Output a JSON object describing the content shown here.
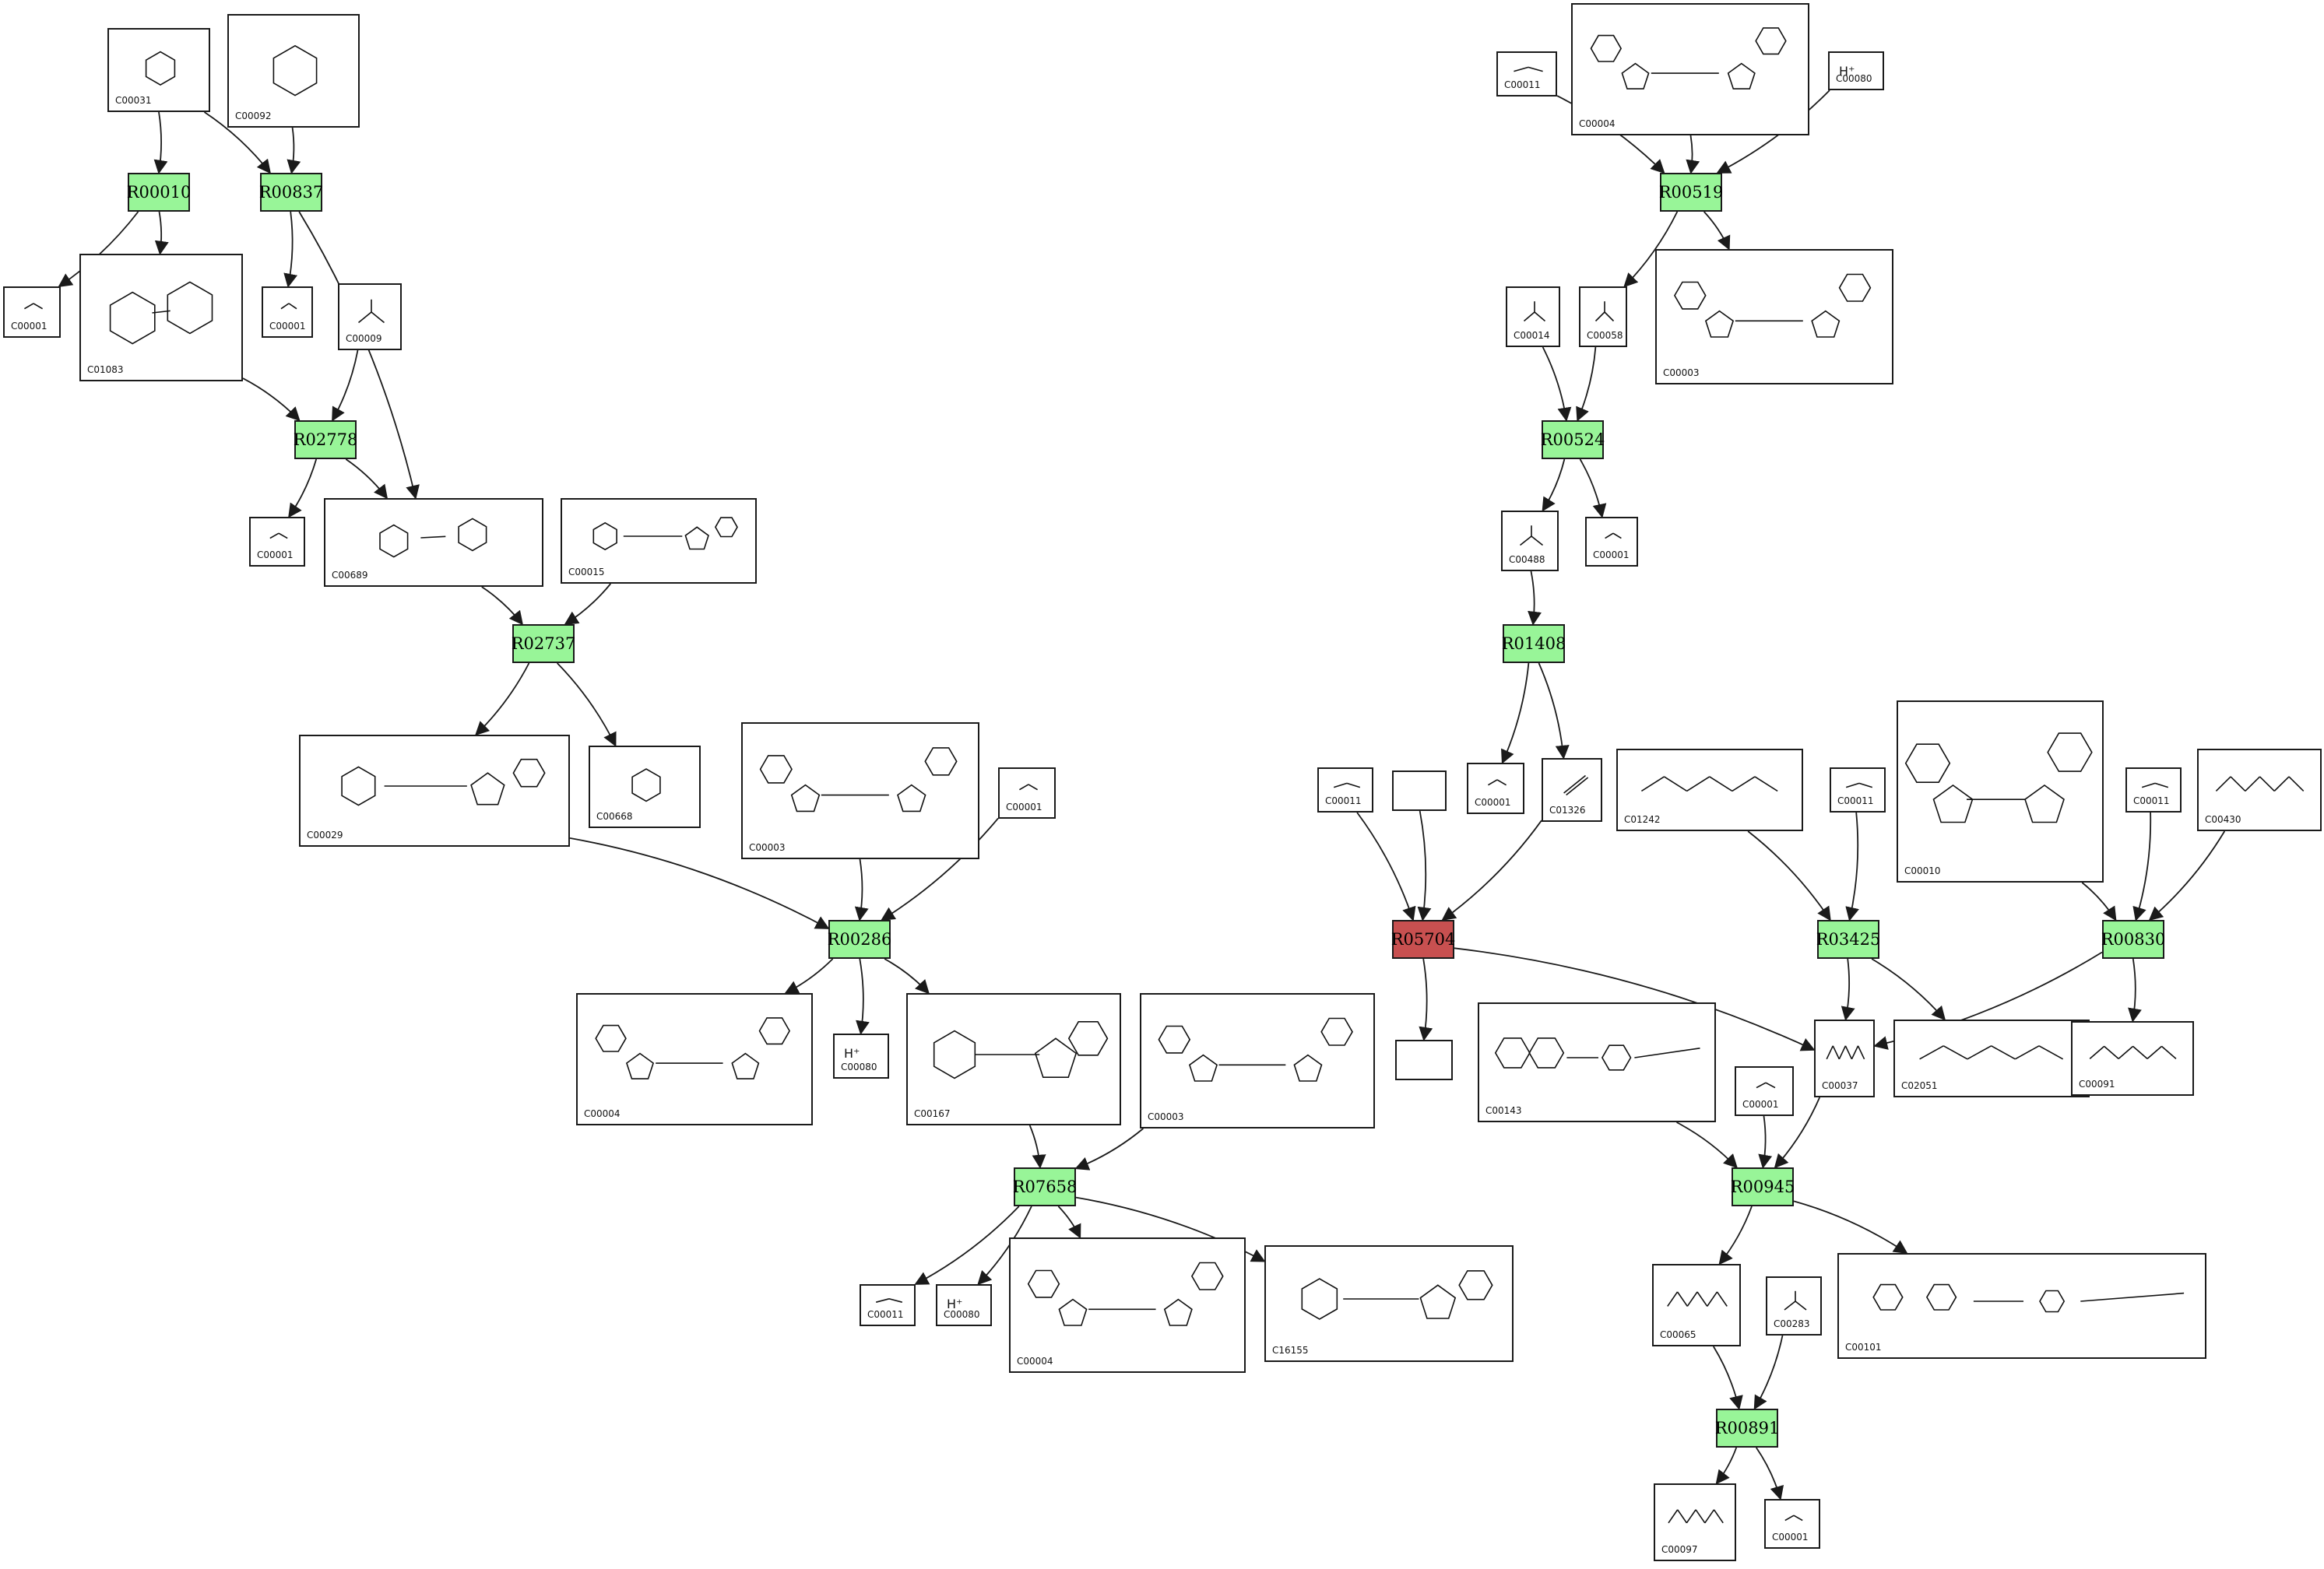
{
  "colors": {
    "reaction": "#98f598",
    "reaction_highlight": "#c85050",
    "edge": "#1a1a1a"
  },
  "reactions": [
    {
      "key": "R00010",
      "label": "R00010"
    },
    {
      "key": "R00837",
      "label": "R00837"
    },
    {
      "key": "R02778",
      "label": "R02778"
    },
    {
      "key": "R02737",
      "label": "R02737"
    },
    {
      "key": "R00286",
      "label": "R00286"
    },
    {
      "key": "R07658",
      "label": "R07658"
    },
    {
      "key": "R00519",
      "label": "R00519"
    },
    {
      "key": "R00524",
      "label": "R00524"
    },
    {
      "key": "R01408",
      "label": "R01408"
    },
    {
      "key": "R05704",
      "label": "R05704",
      "highlight": true
    },
    {
      "key": "R03425",
      "label": "R03425"
    },
    {
      "key": "R00830",
      "label": "R00830"
    },
    {
      "key": "R00945",
      "label": "R00945"
    },
    {
      "key": "R00891",
      "label": "R00891"
    }
  ],
  "compounds": [
    {
      "key": "c31",
      "id": "C00031",
      "kind": "sugar"
    },
    {
      "key": "c92",
      "id": "C00092",
      "kind": "sugarP"
    },
    {
      "key": "c1_a",
      "id": "C00001",
      "kind": "water"
    },
    {
      "key": "c1083",
      "id": "C01083",
      "kind": "disaccharide"
    },
    {
      "key": "c1_b",
      "id": "C00001",
      "kind": "water"
    },
    {
      "key": "c9",
      "id": "C00009",
      "kind": "phosphate"
    },
    {
      "key": "c1_c",
      "id": "C00001",
      "kind": "water"
    },
    {
      "key": "c689",
      "id": "C00689",
      "kind": "disaccharideP"
    },
    {
      "key": "c15",
      "id": "C00015",
      "kind": "nucleotide"
    },
    {
      "key": "c29",
      "id": "C00029",
      "kind": "udpsugar"
    },
    {
      "key": "c668",
      "id": "C00668",
      "kind": "sugarP"
    },
    {
      "key": "c3_a",
      "id": "C00003",
      "kind": "nad"
    },
    {
      "key": "c1_d",
      "id": "C00001",
      "kind": "water"
    },
    {
      "key": "c4_a",
      "id": "C00004",
      "kind": "nad"
    },
    {
      "key": "c80_a",
      "id": "C00080",
      "kind": "proton",
      "sym": "H⁺"
    },
    {
      "key": "c167",
      "id": "C00167",
      "kind": "udpsugar"
    },
    {
      "key": "c3_b",
      "id": "C00003",
      "kind": "nad"
    },
    {
      "key": "c11_a",
      "id": "C00011",
      "kind": "co2"
    },
    {
      "key": "c80_b",
      "id": "C00080",
      "kind": "proton",
      "sym": "H⁺"
    },
    {
      "key": "c4_b",
      "id": "C00004",
      "kind": "nad"
    },
    {
      "key": "c16155",
      "id": "C16155",
      "kind": "udpsugar"
    },
    {
      "key": "c11_b",
      "id": "C00011",
      "kind": "co2"
    },
    {
      "key": "c4_c",
      "id": "C00004",
      "kind": "nad"
    },
    {
      "key": "c80_c",
      "id": "C00080",
      "kind": "proton",
      "sym": "H⁺"
    },
    {
      "key": "c14",
      "id": "C00014",
      "kind": "ammonia"
    },
    {
      "key": "c58",
      "id": "C00058",
      "kind": "formate"
    },
    {
      "key": "c3_c",
      "id": "C00003",
      "kind": "nad"
    },
    {
      "key": "c488",
      "id": "C00488",
      "kind": "formamide"
    },
    {
      "key": "c1_e",
      "id": "C00001",
      "kind": "water"
    },
    {
      "key": "c11_c",
      "id": "C00011",
      "kind": "co2"
    },
    {
      "key": "cblank_a",
      "id": "",
      "kind": "blank"
    },
    {
      "key": "c1_f",
      "id": "C00001",
      "kind": "water"
    },
    {
      "key": "c1326",
      "id": "C01326",
      "kind": "hcn"
    },
    {
      "key": "c1242",
      "id": "C01242",
      "kind": "chain"
    },
    {
      "key": "c11_d",
      "id": "C00011",
      "kind": "co2"
    },
    {
      "key": "c10",
      "id": "C00010",
      "kind": "coa"
    },
    {
      "key": "c11_e",
      "id": "C00011",
      "kind": "co2"
    },
    {
      "key": "c430",
      "id": "C00430",
      "kind": "chain"
    },
    {
      "key": "cblank_b",
      "id": "",
      "kind": "blank"
    },
    {
      "key": "c143",
      "id": "C00143",
      "kind": "folate"
    },
    {
      "key": "c1_g",
      "id": "C00001",
      "kind": "water"
    },
    {
      "key": "c37",
      "id": "C00037",
      "kind": "aa"
    },
    {
      "key": "c2051",
      "id": "C02051",
      "kind": "chain"
    },
    {
      "key": "c91",
      "id": "C00091",
      "kind": "chain"
    },
    {
      "key": "c65",
      "id": "C00065",
      "kind": "aa"
    },
    {
      "key": "c283",
      "id": "C00283",
      "kind": "h2s"
    },
    {
      "key": "c101",
      "id": "C00101",
      "kind": "folate"
    },
    {
      "key": "c97",
      "id": "C00097",
      "kind": "aa"
    },
    {
      "key": "c1_h",
      "id": "C00001",
      "kind": "water"
    }
  ],
  "edges": [
    [
      "c31",
      "R00010"
    ],
    [
      "c31",
      "R00837"
    ],
    [
      "c92",
      "R00837"
    ],
    [
      "R00010",
      "c1_a"
    ],
    [
      "R00010",
      "c1083"
    ],
    [
      "R00837",
      "c1_b"
    ],
    [
      "R00837",
      "c689"
    ],
    [
      "c1083",
      "R02778"
    ],
    [
      "c9",
      "R02778"
    ],
    [
      "R02778",
      "c1_c"
    ],
    [
      "R02778",
      "c689"
    ],
    [
      "c689",
      "R02737"
    ],
    [
      "c15",
      "R02737"
    ],
    [
      "R02737",
      "c29"
    ],
    [
      "R02737",
      "c668"
    ],
    [
      "c29",
      "R00286"
    ],
    [
      "c3_a",
      "R00286"
    ],
    [
      "c1_d",
      "R00286"
    ],
    [
      "R00286",
      "c4_a"
    ],
    [
      "R00286",
      "c80_a"
    ],
    [
      "R00286",
      "c167"
    ],
    [
      "c167",
      "R07658"
    ],
    [
      "c3_b",
      "R07658"
    ],
    [
      "R07658",
      "c11_a"
    ],
    [
      "R07658",
      "c80_b"
    ],
    [
      "R07658",
      "c4_b"
    ],
    [
      "R07658",
      "c16155"
    ],
    [
      "c11_b",
      "R00519"
    ],
    [
      "c4_c",
      "R00519"
    ],
    [
      "c80_c",
      "R00519"
    ],
    [
      "R00519",
      "c58"
    ],
    [
      "R00519",
      "c3_c"
    ],
    [
      "c14",
      "R00524"
    ],
    [
      "c58",
      "R00524"
    ],
    [
      "R00524",
      "c488"
    ],
    [
      "R00524",
      "c1_e"
    ],
    [
      "c488",
      "R01408"
    ],
    [
      "R01408",
      "c1_f"
    ],
    [
      "R01408",
      "c1326"
    ],
    [
      "c11_c",
      "R05704"
    ],
    [
      "cblank_a",
      "R05704"
    ],
    [
      "c1326",
      "R05704"
    ],
    [
      "R05704",
      "cblank_b"
    ],
    [
      "R05704",
      "c37"
    ],
    [
      "c1242",
      "R03425"
    ],
    [
      "c11_d",
      "R03425"
    ],
    [
      "R03425",
      "c37"
    ],
    [
      "R03425",
      "c2051"
    ],
    [
      "c10",
      "R00830"
    ],
    [
      "c11_e",
      "R00830"
    ],
    [
      "c430",
      "R00830"
    ],
    [
      "R00830",
      "c37"
    ],
    [
      "R00830",
      "c91"
    ],
    [
      "c143",
      "R00945"
    ],
    [
      "c1_g",
      "R00945"
    ],
    [
      "c37",
      "R00945"
    ],
    [
      "R00945",
      "c65"
    ],
    [
      "R00945",
      "c101"
    ],
    [
      "c65",
      "R00891"
    ],
    [
      "c283",
      "R00891"
    ],
    [
      "R00891",
      "c97"
    ],
    [
      "R00891",
      "c1_h"
    ]
  ]
}
